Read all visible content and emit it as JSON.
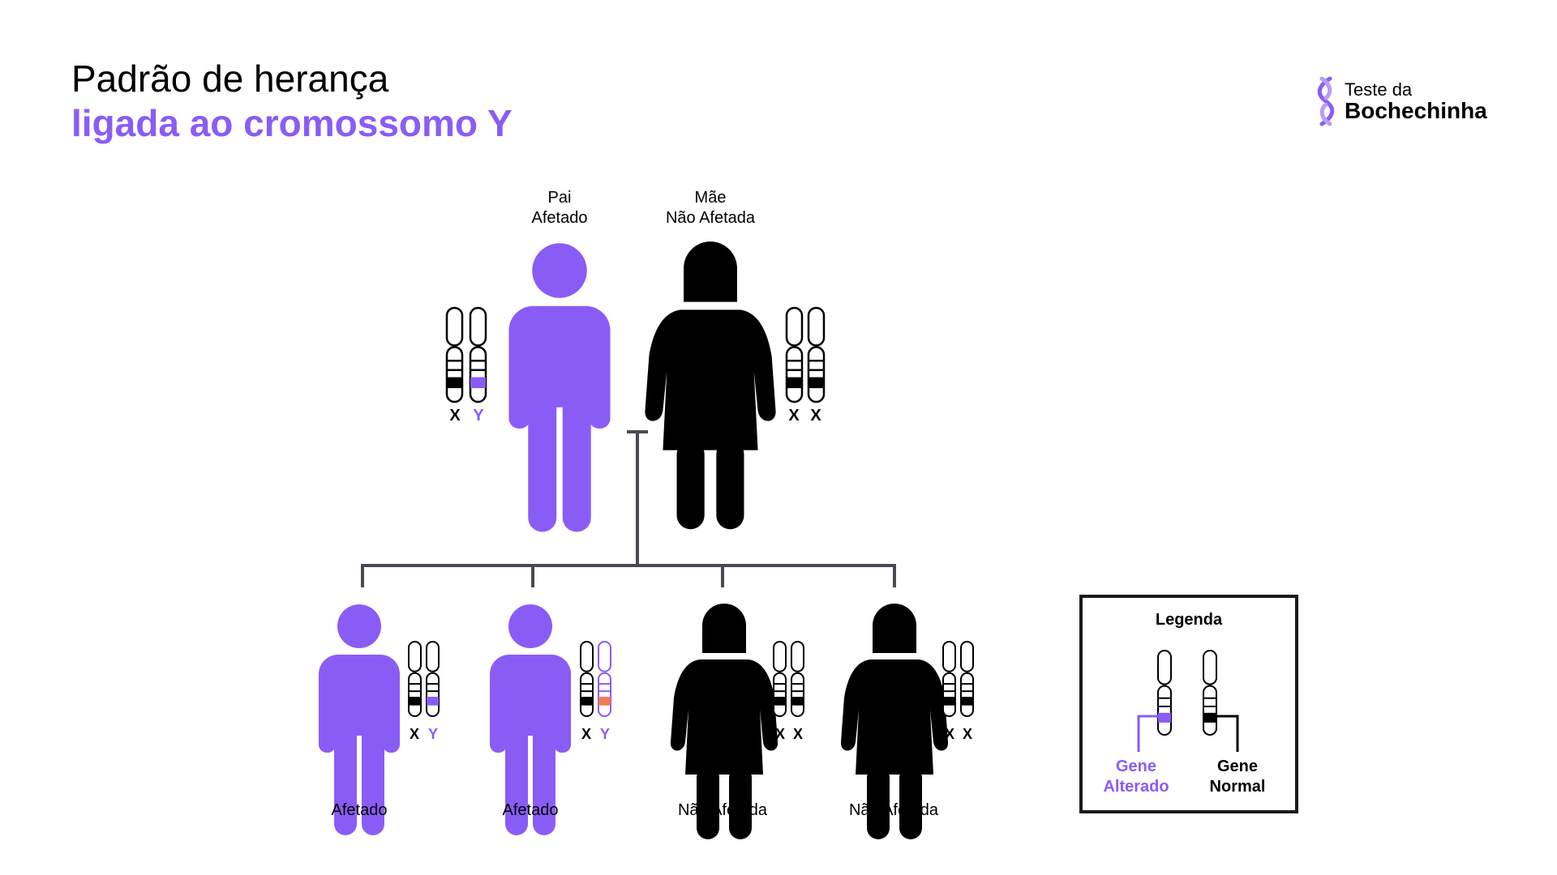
{
  "title": {
    "line1": "Padrão de herança",
    "line2": "ligada ao cromossomo Y"
  },
  "brand": {
    "line1": "Teste da",
    "line2": "Bochechinha",
    "logo_icon": "dna-helix-icon"
  },
  "colors": {
    "affected": "#8a5cf6",
    "unaffected": "#000000",
    "altered_gene": "#8a5cf6",
    "normal_gene": "#000000",
    "highlight_gene": "#f07a5a",
    "connector": "#4a4a52"
  },
  "parents": {
    "father": {
      "line1": "Pai",
      "line2": "Afetado",
      "chromosomes": [
        "X",
        "Y"
      ],
      "status": "affected"
    },
    "mother": {
      "line1": "Mãe",
      "line2": "Não Afetada",
      "chromosomes": [
        "X",
        "X"
      ],
      "status": "unaffected"
    }
  },
  "children": [
    {
      "label": "Afetado",
      "sex": "male",
      "chromosomes": [
        "X",
        "Y"
      ],
      "status": "affected"
    },
    {
      "label": "Afetado",
      "sex": "male",
      "chromosomes": [
        "X",
        "Y"
      ],
      "status": "affected"
    },
    {
      "label": "Não Afetada",
      "sex": "female",
      "chromosomes": [
        "X",
        "X"
      ],
      "status": "unaffected"
    },
    {
      "label": "Não Afetada",
      "sex": "female",
      "chromosomes": [
        "X",
        "X"
      ],
      "status": "unaffected"
    }
  ],
  "legend": {
    "title": "Legenda",
    "altered": {
      "line1": "Gene",
      "line2": "Alterado"
    },
    "normal": {
      "line1": "Gene",
      "line2": "Normal"
    }
  }
}
